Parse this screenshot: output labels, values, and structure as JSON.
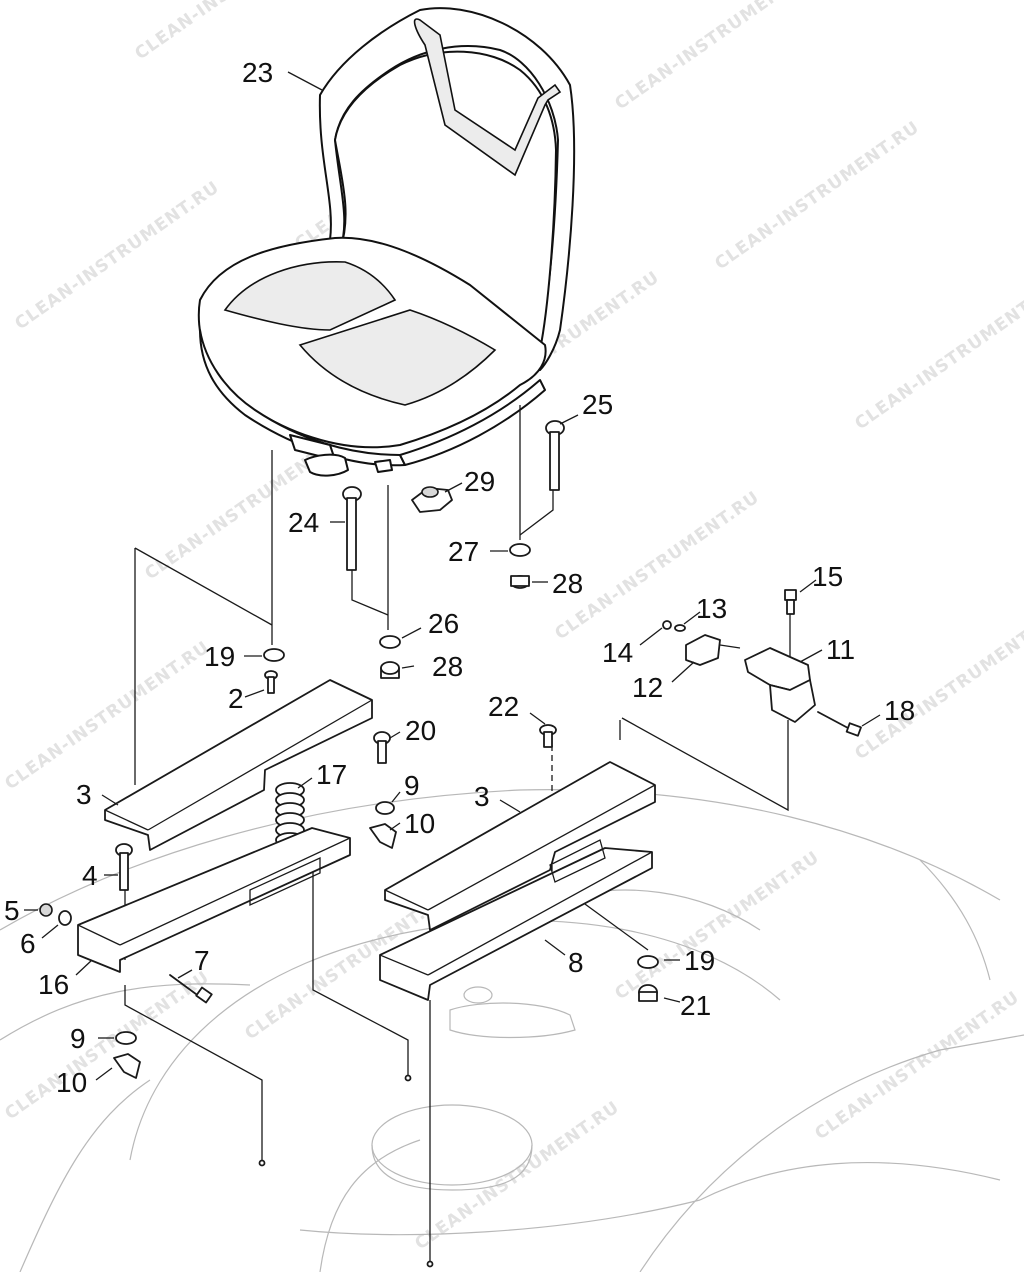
{
  "watermark": "CLEAN-INSTRUMENT.RU",
  "callouts": [
    {
      "id": "c23",
      "label": "23"
    },
    {
      "id": "c25",
      "label": "25"
    },
    {
      "id": "c29",
      "label": "29"
    },
    {
      "id": "c24",
      "label": "24"
    },
    {
      "id": "c27",
      "label": "27"
    },
    {
      "id": "c28a",
      "label": "28"
    },
    {
      "id": "c15",
      "label": "15"
    },
    {
      "id": "c13",
      "label": "13"
    },
    {
      "id": "c14",
      "label": "14"
    },
    {
      "id": "c11",
      "label": "11"
    },
    {
      "id": "c12",
      "label": "12"
    },
    {
      "id": "c19a",
      "label": "19"
    },
    {
      "id": "c26",
      "label": "26"
    },
    {
      "id": "c28b",
      "label": "28"
    },
    {
      "id": "c2",
      "label": "2"
    },
    {
      "id": "c22",
      "label": "22"
    },
    {
      "id": "c18",
      "label": "18"
    },
    {
      "id": "c20",
      "label": "20"
    },
    {
      "id": "c17",
      "label": "17"
    },
    {
      "id": "c9a",
      "label": "9"
    },
    {
      "id": "c3a",
      "label": "3"
    },
    {
      "id": "c3b",
      "label": "3"
    },
    {
      "id": "c10a",
      "label": "10"
    },
    {
      "id": "c4",
      "label": "4"
    },
    {
      "id": "c5",
      "label": "5"
    },
    {
      "id": "c6",
      "label": "6"
    },
    {
      "id": "c7",
      "label": "7"
    },
    {
      "id": "c16",
      "label": "16"
    },
    {
      "id": "c8",
      "label": "8"
    },
    {
      "id": "c19b",
      "label": "19"
    },
    {
      "id": "c21",
      "label": "21"
    },
    {
      "id": "c9b",
      "label": "9"
    },
    {
      "id": "c10b",
      "label": "10"
    }
  ]
}
